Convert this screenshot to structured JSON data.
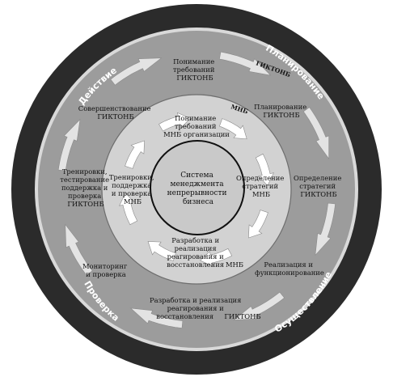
{
  "phases": {
    "plan": "Планирование",
    "do": "Осуществление",
    "check": "Проверка",
    "act": "Действие"
  },
  "rings": {
    "outer_tag": "ГИКТОНБ",
    "inner_tag": "МНБ"
  },
  "center": {
    "line1": "Система",
    "line2": "менеджмента",
    "line3": "непрерывности",
    "line4": "бизнеса"
  },
  "outer": {
    "t1": {
      "l1": "Понимание",
      "l2": "требований",
      "l3": "ГИКТОНБ"
    },
    "t2": {
      "l1": "Планирование",
      "l2": "ГИКТОНБ"
    },
    "t3": {
      "l1": "Определение",
      "l2": "стратегий",
      "l3": "ГИКТОНБ"
    },
    "t4": {
      "l1": "Реализация и",
      "l2": "функционирование"
    },
    "t5": {
      "l1": "Разработка и реализация",
      "l2": "реагирования и",
      "l3": "восстановления",
      "l4": "ГИКТОНБ"
    },
    "t6": {
      "l1": "Мониторинг",
      "l2": "и проверка"
    },
    "t7": {
      "l1": "Тренировки,",
      "l2": "тестирование",
      "l3": "поддержка и",
      "l4": "проверка",
      "l5": "ГИКТОНБ"
    },
    "t8": {
      "l1": "Совершенствование",
      "l2": "ГИКТОНБ"
    }
  },
  "inner": {
    "t1": {
      "l1": "Понимание",
      "l2": "требований",
      "l3": "МНБ организации"
    },
    "t2": {
      "l1": "Определение",
      "l2": "стратегий",
      "l3": "МНБ"
    },
    "t3": {
      "l1": "Разработка и",
      "l2": "реализация",
      "l3": "реагирования и",
      "l4": "восстановления",
      "l5": "МНБ"
    },
    "t4": {
      "l1": "Тренировки,",
      "l2": "поддержка",
      "l3": "и проверка",
      "l4": "МНБ"
    }
  }
}
